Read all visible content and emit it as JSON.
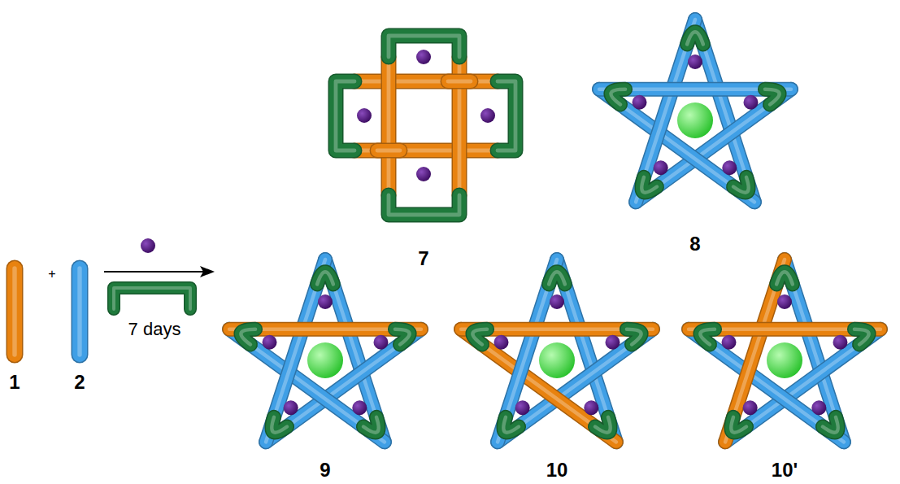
{
  "diagram": {
    "labels": [
      "+",
      "7 days",
      "1",
      "2",
      "7",
      "8",
      "9",
      "10",
      "10'"
    ]
  }
}
